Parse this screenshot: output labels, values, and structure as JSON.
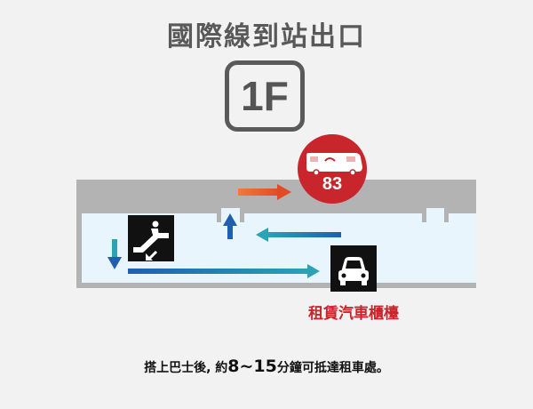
{
  "title": "國際線到站出口",
  "floor": "1F",
  "bus": {
    "route_number": "83",
    "color": "#c8252d"
  },
  "counter_label": "租賃汽車櫃檯",
  "caption": {
    "prefix": "搭上巴士後, 約",
    "time_range": "8~15",
    "suffix": "分鐘可抵達租車處。"
  },
  "icons": {
    "escalator": "escalator-down-icon",
    "car": "car-icon",
    "bus": "bus-icon"
  },
  "colors": {
    "background": "#f2f2f2",
    "building_gray": "#b3b3b3",
    "floor_blue": "#e9f5fc",
    "orange_arrow": "#e8592b",
    "path_blue": "#1f5fae",
    "path_teal": "#2aa3b4",
    "title_gray": "#595959"
  }
}
